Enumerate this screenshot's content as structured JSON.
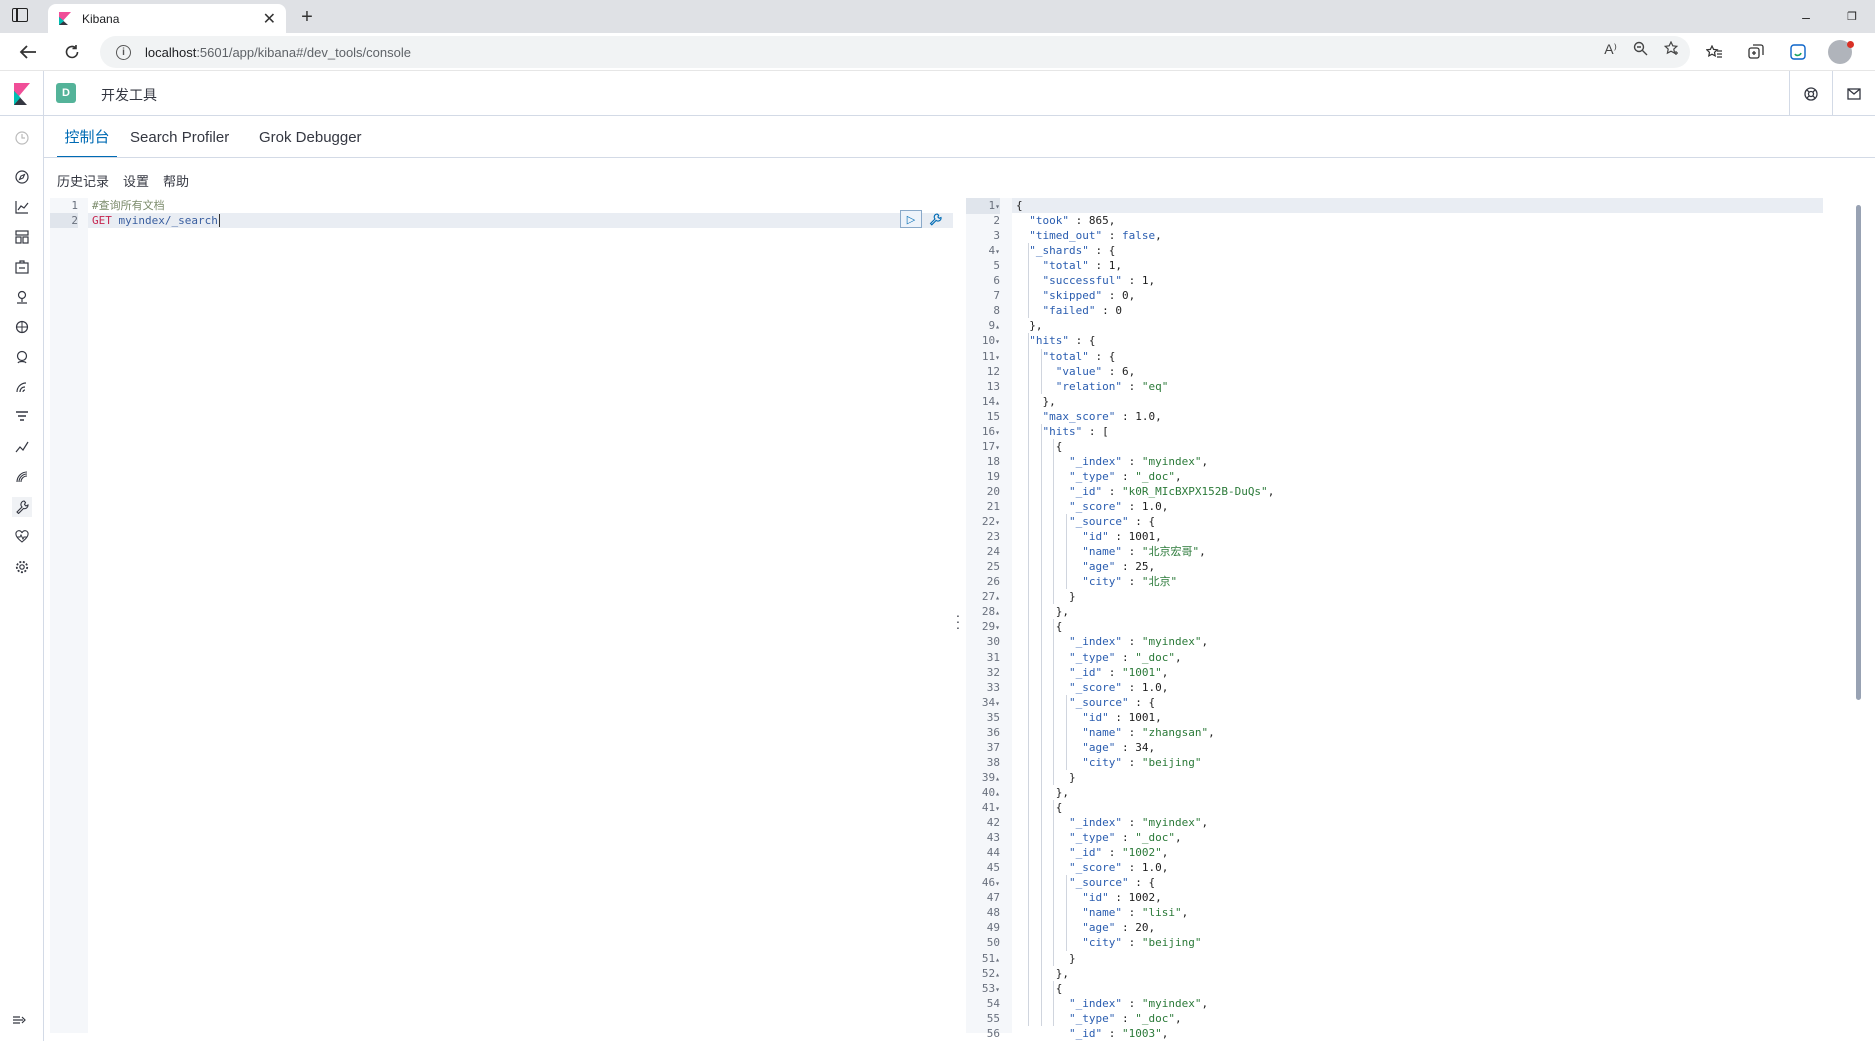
{
  "browser": {
    "tab_title": "Kibana",
    "tab_close": "✕",
    "new_tab": "+",
    "url_host": "localhost",
    "url_rest": ":5601/app/kibana#/dev_tools/console",
    "read_aloud": "A⁾",
    "window_minimize": "–",
    "window_restore": "❐"
  },
  "kibana": {
    "space_initial": "D",
    "app_title": "开发工具"
  },
  "tabs": [
    {
      "label": "控制台",
      "active": true
    },
    {
      "label": "Search Profiler",
      "active": false
    },
    {
      "label": "Grok Debugger",
      "active": false
    }
  ],
  "submenu": {
    "history": "历史记录",
    "settings": "设置",
    "help": "帮助"
  },
  "request": {
    "line1": "#查询所有文档",
    "method": "GET",
    "endpoint": "myindex/_search"
  },
  "response_lines": [
    "{",
    "  \"took\" : 865,",
    "  \"timed_out\" : false,",
    "  \"_shards\" : {",
    "    \"total\" : 1,",
    "    \"successful\" : 1,",
    "    \"skipped\" : 0,",
    "    \"failed\" : 0",
    "  },",
    "  \"hits\" : {",
    "    \"total\" : {",
    "      \"value\" : 6,",
    "      \"relation\" : \"eq\"",
    "    },",
    "    \"max_score\" : 1.0,",
    "    \"hits\" : [",
    "      {",
    "        \"_index\" : \"myindex\",",
    "        \"_type\" : \"_doc\",",
    "        \"_id\" : \"k0R_MIcBXPX152B-DuQs\",",
    "        \"_score\" : 1.0,",
    "        \"_source\" : {",
    "          \"id\" : 1001,",
    "          \"name\" : \"北京宏哥\",",
    "          \"age\" : 25,",
    "          \"city\" : \"北京\"",
    "        }",
    "      },",
    "      {",
    "        \"_index\" : \"myindex\",",
    "        \"_type\" : \"_doc\",",
    "        \"_id\" : \"1001\",",
    "        \"_score\" : 1.0,",
    "        \"_source\" : {",
    "          \"id\" : 1001,",
    "          \"name\" : \"zhangsan\",",
    "          \"age\" : 34,",
    "          \"city\" : \"beijing\"",
    "        }",
    "      },",
    "      {",
    "        \"_index\" : \"myindex\",",
    "        \"_type\" : \"_doc\",",
    "        \"_id\" : \"1002\",",
    "        \"_score\" : 1.0,",
    "        \"_source\" : {",
    "          \"id\" : 1002,",
    "          \"name\" : \"lisi\",",
    "          \"age\" : 20,",
    "          \"city\" : \"beijing\"",
    "        }",
    "      },",
    "      {",
    "        \"_index\" : \"myindex\",",
    "        \"_type\" : \"_doc\",",
    "        \"_id\" : \"1003\","
  ],
  "fold_lines": [
    1,
    4,
    9,
    10,
    11,
    14,
    16,
    17,
    22,
    27,
    28,
    29,
    34,
    39,
    40,
    41,
    46,
    51,
    52,
    53
  ],
  "colors": {
    "accent": "#006bb4",
    "space_badge": "#54b399",
    "json_key": "#2a5db0",
    "json_string": "#2b7a39"
  }
}
